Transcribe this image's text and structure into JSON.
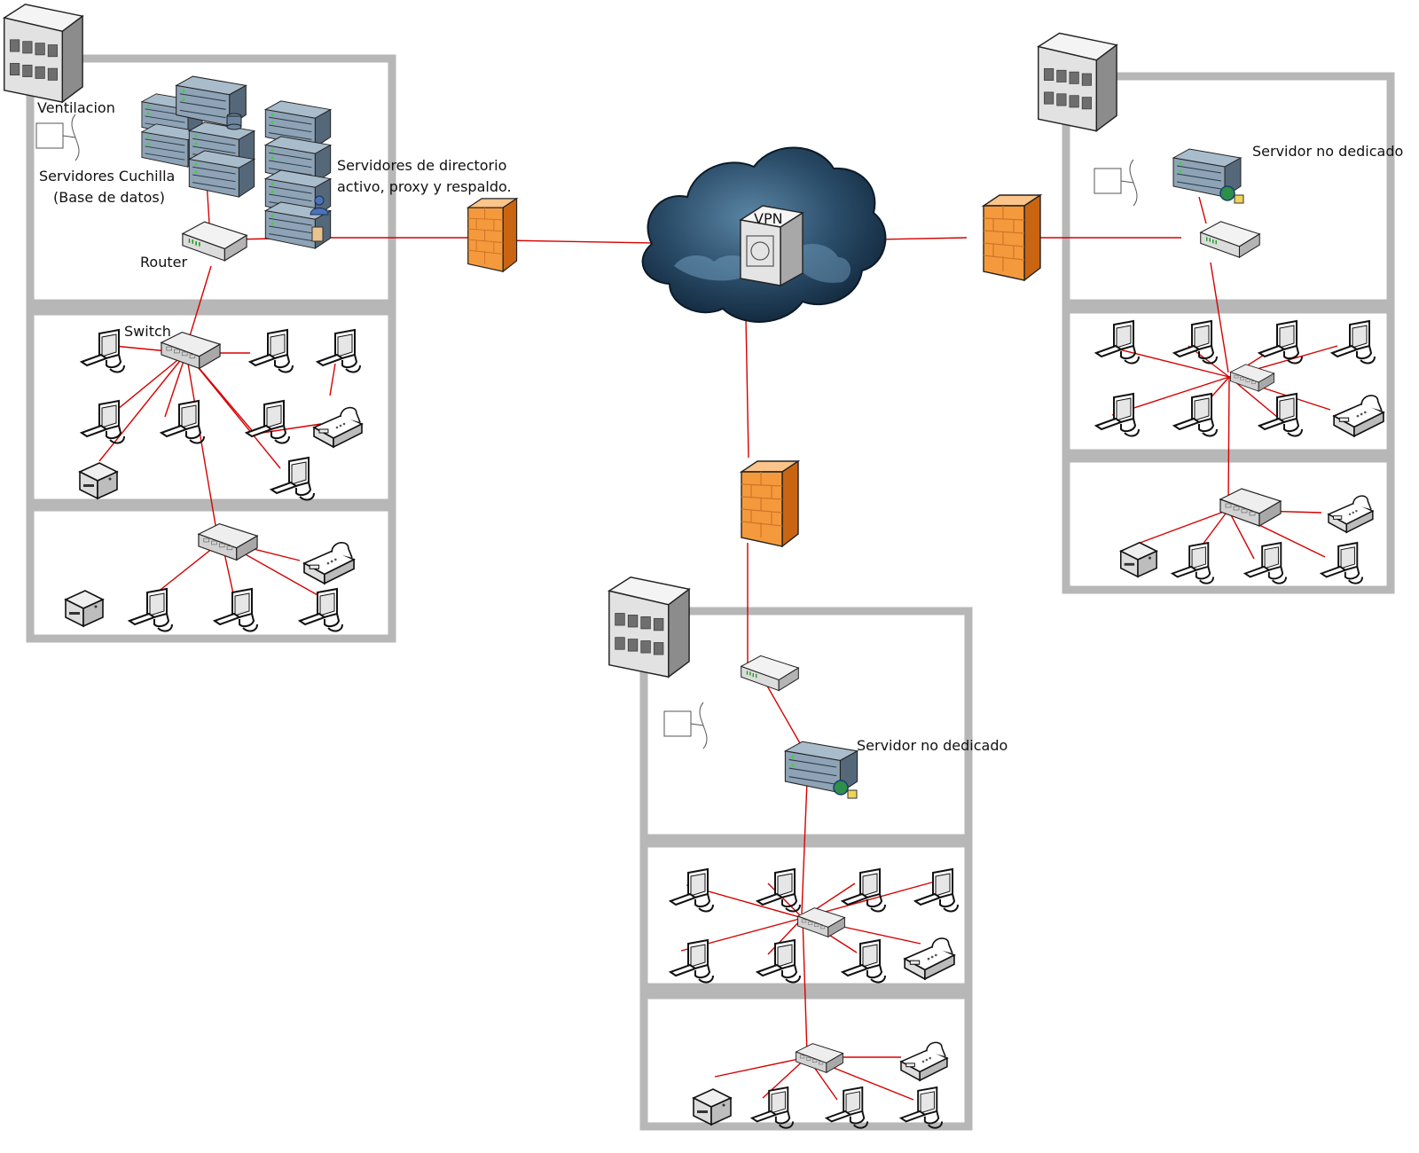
{
  "colors": {
    "link": "#d60000",
    "floor_border": "#b7b7b7",
    "firewall_front": "#f59a3c",
    "firewall_side": "#c96412",
    "cloud_dark": "#0f2438",
    "cloud_light": "#5b86a6",
    "server_blue": "#7f9ab0",
    "device_gray": "#dedede"
  },
  "labels": {
    "vpn": "VPN",
    "ventilacion": "Ventilacion",
    "blade_line1": "Servidores Cuchilla",
    "blade_line2": "(Base de datos)",
    "directory_line1": "Servidores de directorio",
    "directory_line2": "activo, proxy y respaldo.",
    "router": "Router",
    "switch": "Switch",
    "servidor_right": "Servidor no dedicado",
    "servidor_bottom": "Servidor no dedicado"
  },
  "icons": {
    "building": "building-icon",
    "fan": "fan-icon",
    "rack_server": "rack-server-icon",
    "router": "router-icon",
    "switch": "switch-icon",
    "workstation": "workstation-icon",
    "printer": "printer-icon",
    "fax": "fax-icon",
    "firewall": "firewall-icon",
    "cloud": "cloud-icon"
  }
}
